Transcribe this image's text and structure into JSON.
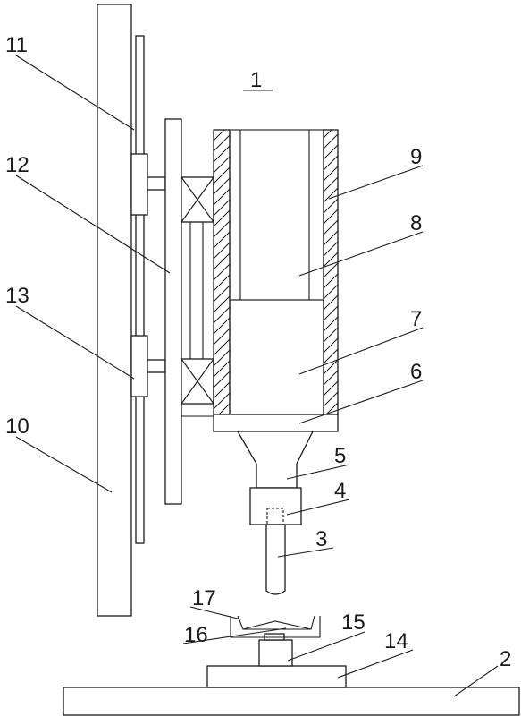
{
  "labels": {
    "l1": "1",
    "l2": "2",
    "l3": "3",
    "l4": "4",
    "l5": "5",
    "l6": "6",
    "l7": "7",
    "l8": "8",
    "l9": "9",
    "l10": "10",
    "l11": "11",
    "l12": "12",
    "l13": "13",
    "l14": "14",
    "l15": "15",
    "l16": "16",
    "l17": "17"
  }
}
